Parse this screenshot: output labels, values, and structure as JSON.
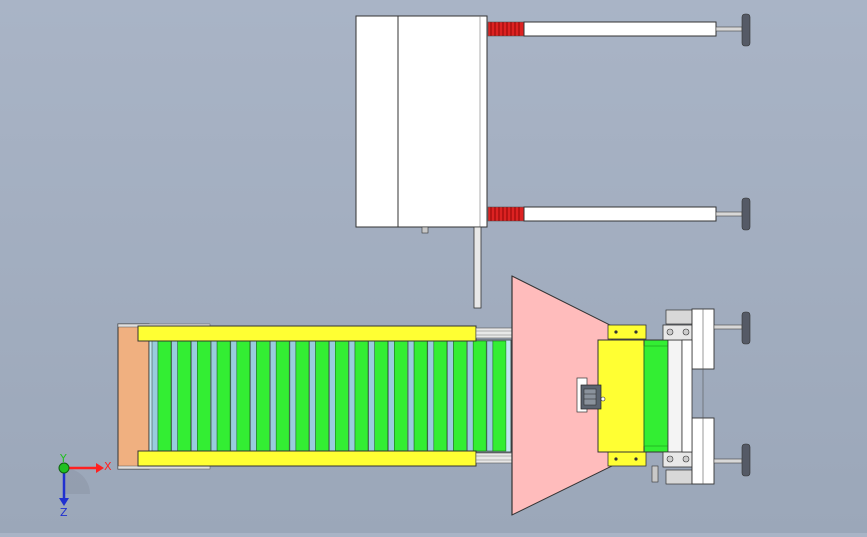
{
  "triad": {
    "x_label": "X",
    "y_label": "Y",
    "z_label": "Z",
    "x_color": "#ff2020",
    "y_color": "#20c020",
    "z_color": "#2030d0"
  },
  "colors": {
    "background": "#a3aec0",
    "frame_yellow": "#ffff33",
    "roller_green": "#33ee33",
    "roller_light": "#99ccdd",
    "hopper_pink": "#ffbcbc",
    "end_plate": "#f0b080",
    "spring_red": "#dd2222",
    "box_white": "#ffffff",
    "leg_grey": "#d8d8d8",
    "foot_dark": "#555a66"
  }
}
